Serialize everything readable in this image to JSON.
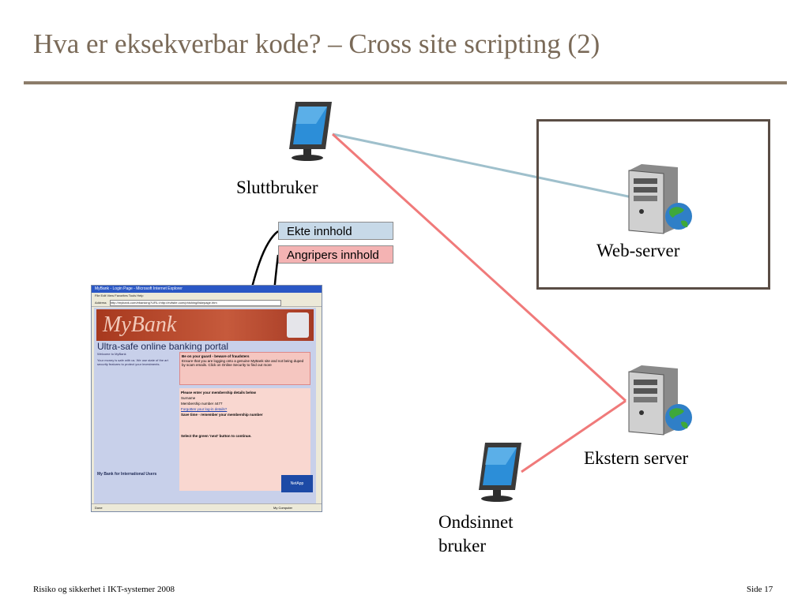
{
  "slide": {
    "title": "Hva er eksekverbar kode? – Cross site scripting (2)",
    "footer_left": "Risiko og sikkerhet i IKT-systemer 2008",
    "footer_right": "Side 17"
  },
  "diagram": {
    "end_user_label": "Sluttbruker",
    "web_server_label": "Web-server",
    "external_server_label": "Ekstern server",
    "malicious_user_label_line1": "Ondsinnet",
    "malicious_user_label_line2": "bruker",
    "legend_real": "Ekte innhold",
    "legend_attacker": "Angripers innhold",
    "colors": {
      "real_content": "#9fc0cc",
      "attacker_content": "#f07a7a",
      "frame": "#5a4d45"
    }
  },
  "browser": {
    "window_title": "MyBank - Login Page - Microsoft Internet Explorer",
    "menu": "File  Edit  View  Favorites  Tools  Help",
    "address_label": "Address",
    "address": "http://mybank.com/ebanking?URL=http://evilsite.com/phishing/fakepage.htm",
    "logo": "MyBank",
    "tagline": "Ultra-safe online banking portal",
    "welcome": "Welcome to MyBank",
    "intro": "Your money is safe with us. We use state of the art security features to protect your investments.",
    "warning_title": "Be on your guard - beware of fraudsters",
    "warning_text": "Ensure that you are logging onto a genuine MyBank site and not being duped by scam emails. Click on Online Security to find out more",
    "form_title": "Please enter your membership details below",
    "surname_label": "Surname",
    "membership_label": "Membership number",
    "membership_prefix": "4477",
    "forgot": "Forgotten your log-in details?",
    "save_title": "Save time - remember your membership number",
    "next_hint": "Select the green 'next' button to continue.",
    "international": "My Bank for International Users",
    "netapp": "NetApp",
    "status_left": "Done",
    "status_right": "My Computer"
  }
}
